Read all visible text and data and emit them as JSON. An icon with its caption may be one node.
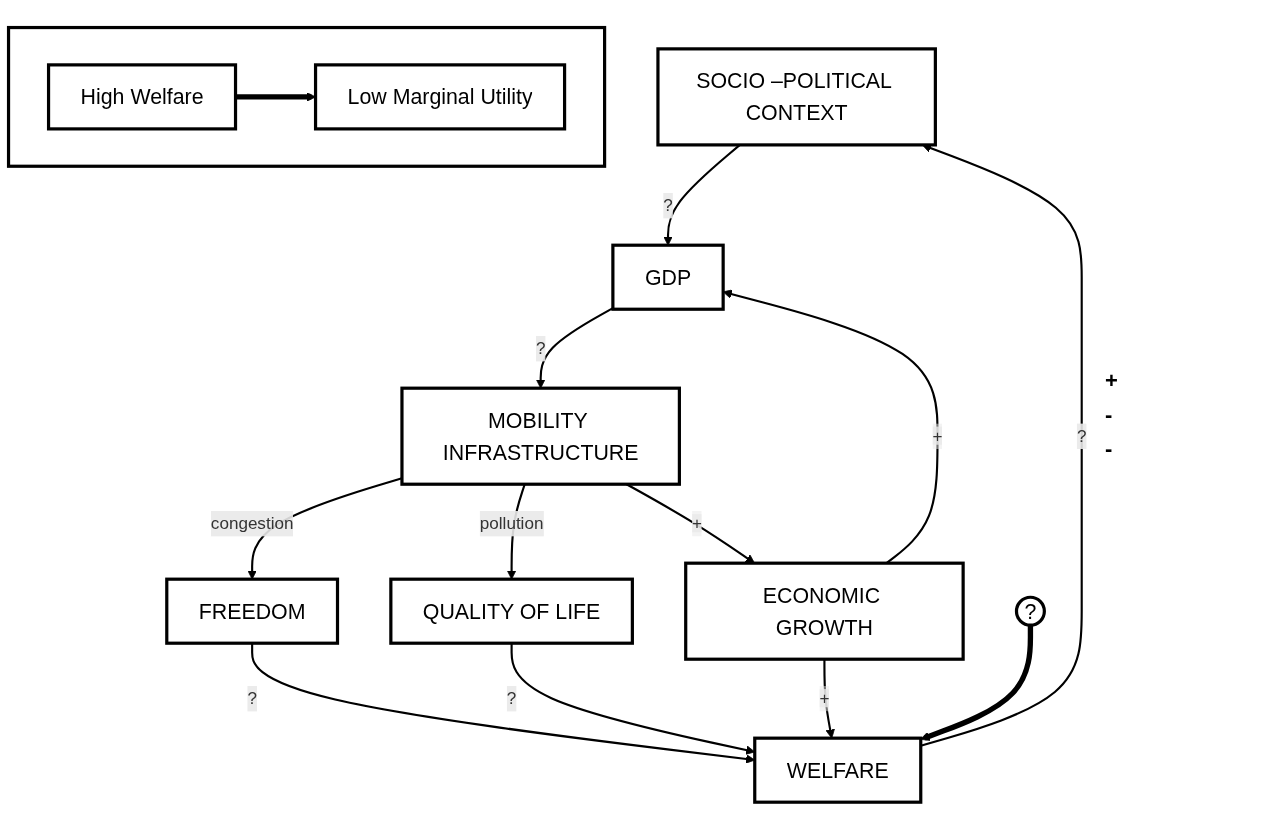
{
  "diagram": {
    "nodes": [
      {
        "text": [
          "SOCIO –POLITICAL CONTEXT"
        ]
      },
      {
        "text": [
          "GDP"
        ]
      },
      {
        "text": [
          "MOBILITY INFRASTRUCTURE"
        ]
      },
      {
        "text": [
          "WELFARE"
        ]
      },
      {
        "text": [
          "FREEDOM"
        ]
      },
      {
        "text": [
          "QUALITY OF LIFE"
        ]
      },
      {
        "text": [
          "ECONOMIC GROWTH"
        ]
      },
      {
        "text": [],
        "shape": "box"
      },
      {
        "text": [
          "High Welfare"
        ],
        "in": 7
      },
      {
        "text": [
          "Low Marginal Utility"
        ],
        "in": 7
      },
      {
        "text": [
          "?"
        ]
      }
    ],
    "edges": [
      {
        "from": 0,
        "to": 1,
        "arrow": "to",
        "label": "?"
      },
      {
        "from": 1,
        "to": 2,
        "arrow": "to",
        "label": "?"
      },
      {
        "from": 2,
        "to": 4,
        "arrow": "to",
        "label": "congestion"
      },
      {
        "from": 2,
        "to": 5,
        "arrow": "to",
        "label": "pollution"
      },
      {
        "from": 2,
        "to": 6,
        "arrow": "to",
        "label": "+"
      },
      {
        "from": 4,
        "to": 3,
        "arrow": "to",
        "label": "?"
      },
      {
        "from": 5,
        "to": 3,
        "arrow": "to",
        "label": "?"
      },
      {
        "from": 6,
        "to": 3,
        "arrow": "to",
        "label": "+"
      },
      {
        "from": 6,
        "to": 1,
        "arrow": "to",
        "label": "+"
      },
      {
        "from": 3,
        "to": 0,
        "arrow": "to",
        "label": "?"
      },
      {
        "from": 10,
        "to": 3,
        "arrow": "to",
        "style": "thick"
      },
      {
        "from": 8,
        "to": 9,
        "arrow": "to",
        "style": "thick"
      }
    ],
    "labels": [
      "+",
      "-",
      "-"
    ]
  }
}
